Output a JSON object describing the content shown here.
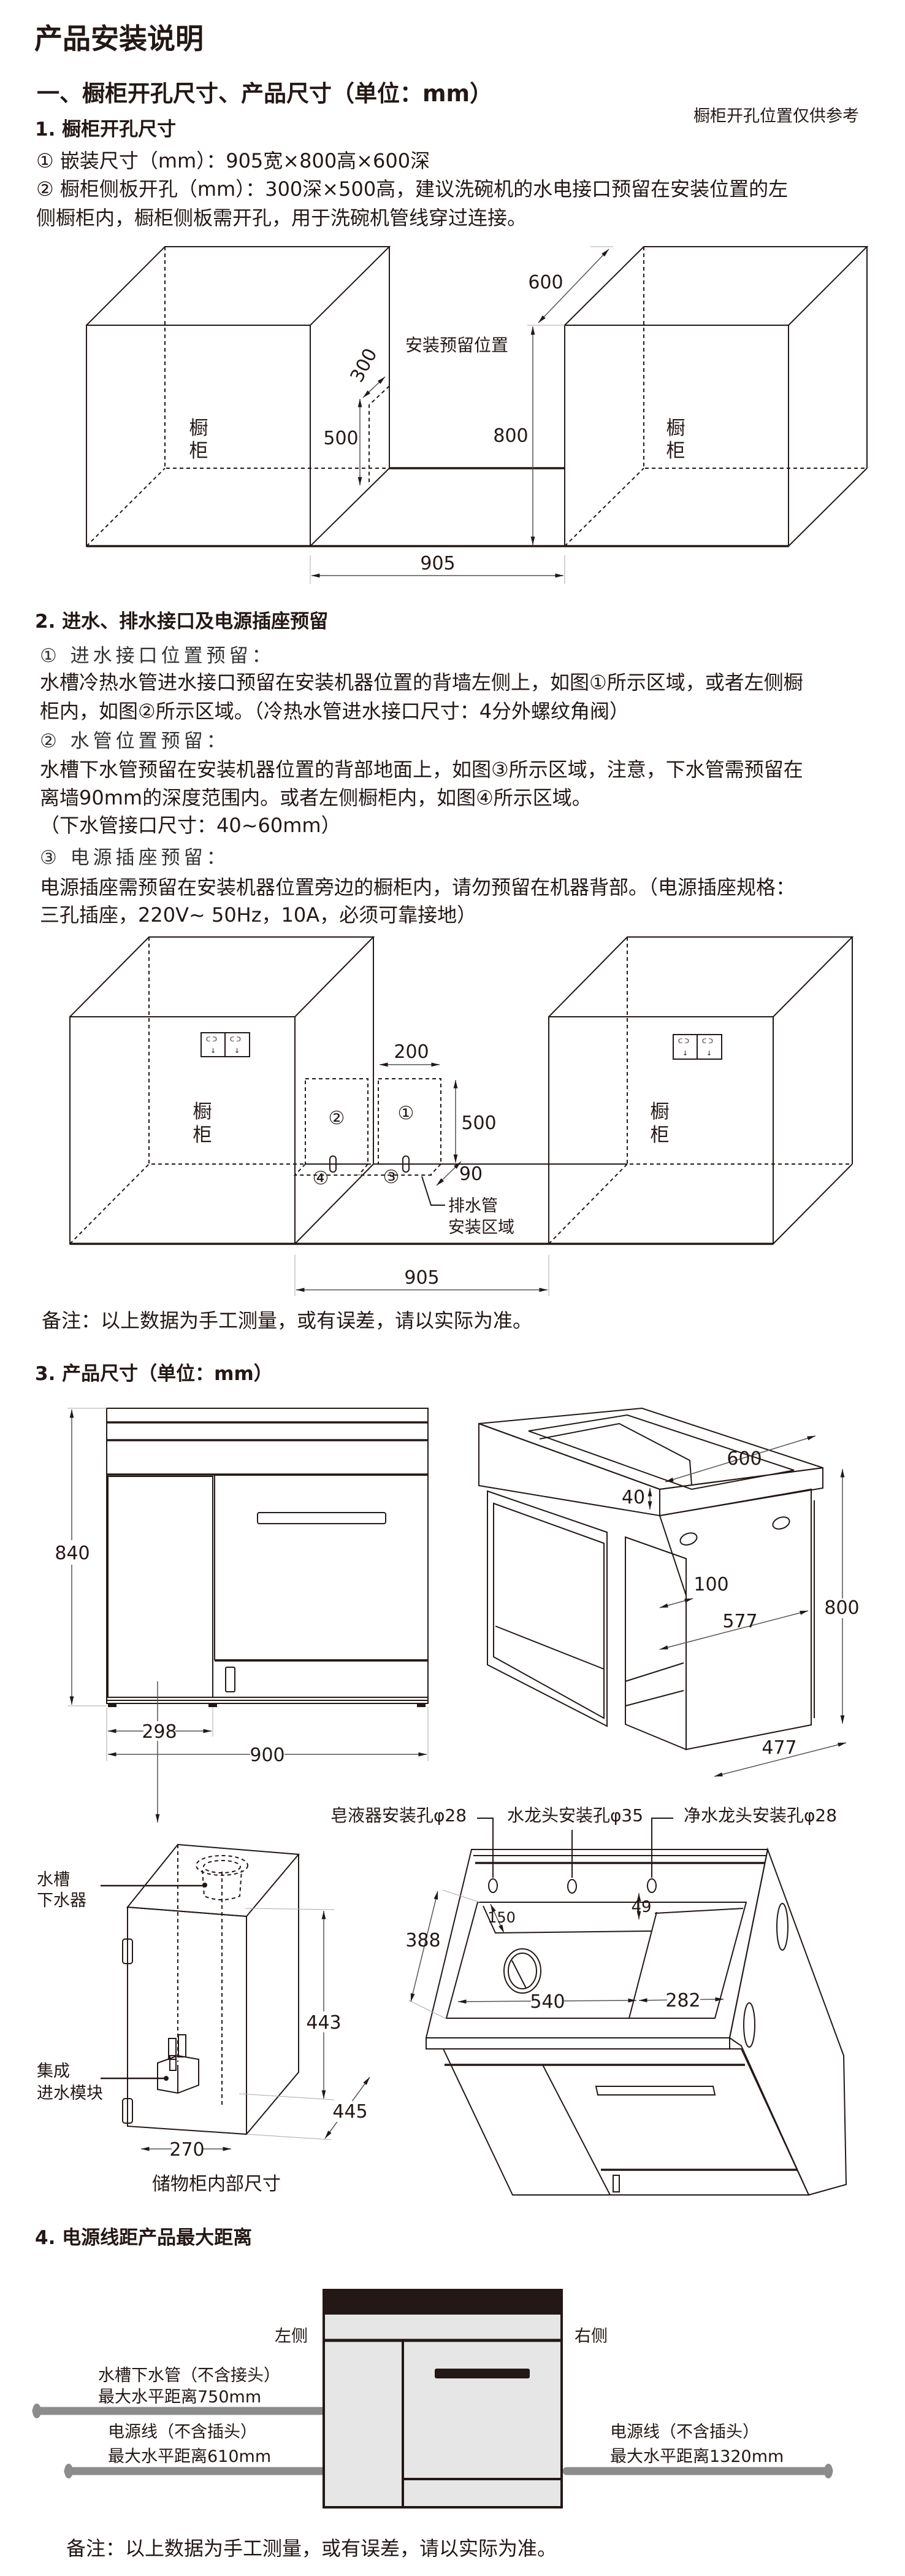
{
  "title": "产品安装说明",
  "section1": {
    "heading": "一、橱柜开孔尺寸、产品尺寸（单位：mm）",
    "note_right": "橱柜开孔位置仅供参考",
    "sub": "1. 橱柜开孔尺寸",
    "line1": "① 嵌装尺寸（mm）：905宽×800高×600深",
    "line2a": "② 橱柜侧板开孔（mm）：300深×500高，建议洗碗机的水电接口预留在安装位置的左",
    "line2b": "侧橱柜内，橱柜侧板需开孔，用于洗碗机管线穿过连接。",
    "diagram": {
      "cab_char1": "橱",
      "cab_char2": "柜",
      "install_label": "安装预留位置",
      "dim_600": "600",
      "dim_300": "300",
      "dim_500": "500",
      "dim_800": "800",
      "dim_905": "905"
    }
  },
  "section2": {
    "sub": "2. 进水、排水接口及电源插座预留",
    "item1_title": "① 进水接口位置预留：",
    "item1_a": "水槽冷热水管进水接口预留在安装机器位置的背墙左侧上，如图①所示区域，或者左侧橱",
    "item1_b": "柜内，如图②所示区域。（冷热水管进水接口尺寸：4分外螺纹角阀）",
    "item2_title": "② 水管位置预留：",
    "item2_a": "水槽下水管预留在安装机器位置的背部地面上，如图③所示区域，注意，下水管需预留在",
    "item2_b": "离墙90mm的深度范围内。或者左侧橱柜内，如图④所示区域。",
    "item2_c": "（下水管接口尺寸：40~60mm）",
    "item3_title": "③ 电源插座预留：",
    "item3_a": "电源插座需预留在安装机器位置旁边的橱柜内，请勿预留在机器背部。（电源插座规格：",
    "item3_b": "三孔插座，220V~ 50Hz，10A，必须可靠接地）",
    "diagram": {
      "cab_char1": "橱",
      "cab_char2": "柜",
      "zone1": "①",
      "zone2": "②",
      "zone3": "③",
      "zone4": "④",
      "dim_200": "200",
      "dim_500": "500",
      "dim_90": "90",
      "dim_905": "905",
      "drain_label1": "排水管",
      "drain_label2": "安装区域"
    },
    "note": "备注：以上数据为手工测量，或有误差，请以实际为准。"
  },
  "section3": {
    "sub": "3. 产品尺寸（单位：mm）",
    "front": {
      "dim_840": "840",
      "dim_298": "298",
      "dim_900": "900"
    },
    "iso": {
      "dim_600": "600",
      "dim_40": "40",
      "dim_100": "100",
      "dim_577": "577",
      "dim_800": "800",
      "dim_477": "477"
    },
    "storage": {
      "label_drain1": "水槽",
      "label_drain2": "下水器",
      "label_module1": "集成",
      "label_module2": "进水模块",
      "dim_443": "443",
      "dim_445": "445",
      "dim_270": "270",
      "caption": "储物柜内部尺寸"
    },
    "sink": {
      "hole1": "皂液器安装孔φ28",
      "hole2": "水龙头安装孔φ35",
      "hole3": "净水龙头安装孔φ28",
      "dim_388": "388",
      "dim_150": "150",
      "dim_49": "49",
      "dim_540": "540",
      "dim_282": "282"
    }
  },
  "section4": {
    "sub": "4. 电源线距产品最大距离",
    "left_side": "左侧",
    "right_side": "右侧",
    "drain_pipe_1": "水槽下水管（不含接头）",
    "drain_pipe_2": "最大水平距离750mm",
    "power_left_1": "电源线（不含插头）",
    "power_left_2": "最大水平距离610mm",
    "power_right_1": "电源线（不含插头）",
    "power_right_2": "最大水平距离1320mm",
    "note": "备注：以上数据为手工测量，或有误差，请以实际为准。",
    "colors": {
      "line": "#231815",
      "panel": "#e6e6e6",
      "bar": "#8c8c8c"
    }
  }
}
